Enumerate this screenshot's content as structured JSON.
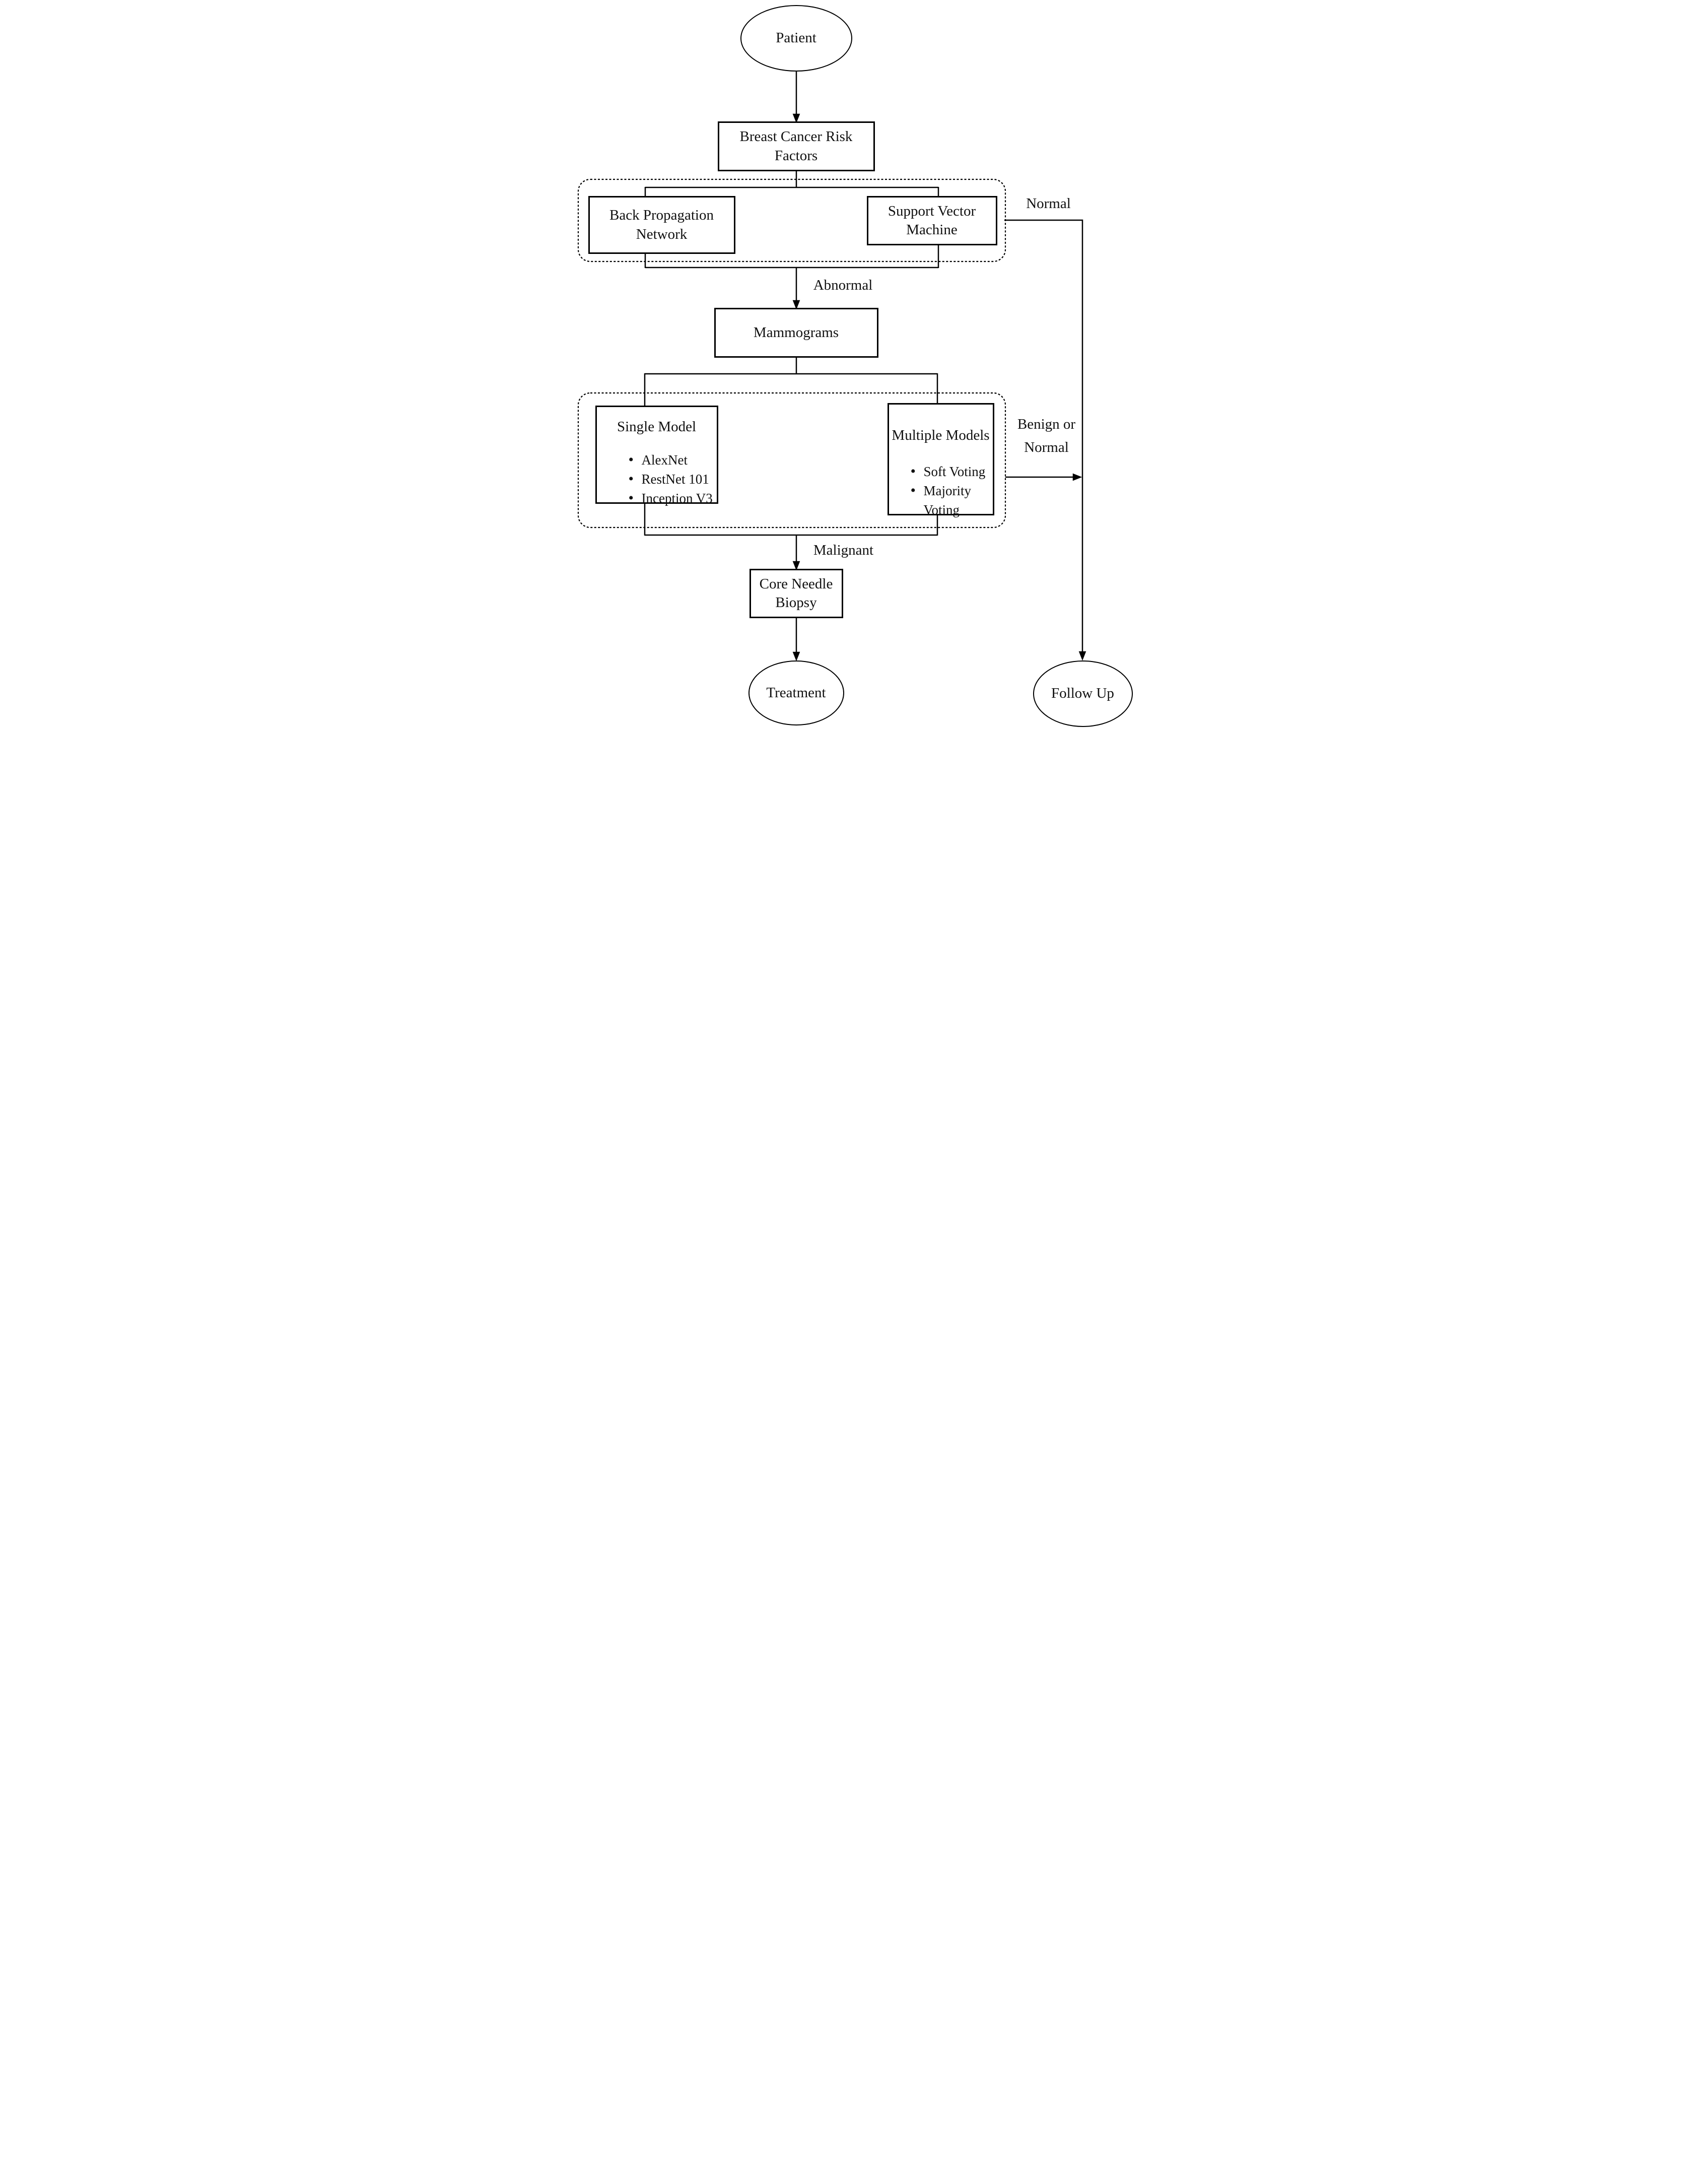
{
  "nodes": {
    "patient": "Patient",
    "risk_factors": "Breast Cancer Risk Factors",
    "back_propagation": "Back Propagation Network",
    "svm": "Support Vector Machine",
    "mammograms": "Mammograms",
    "single_model": {
      "title": "Single Model",
      "items": [
        "AlexNet",
        "RestNet 101",
        "Inception V3"
      ]
    },
    "multiple_models": {
      "title": "Multiple Models",
      "items": [
        "Soft Voting",
        "Majority Voting"
      ]
    },
    "core_needle_biopsy": "Core Needle Biopsy",
    "treatment": "Treatment",
    "follow_up": "Follow Up"
  },
  "edge_labels": {
    "normal": "Normal",
    "abnormal": "Abnormal",
    "benign_or_normal": "Benign or Normal",
    "malignant": "Malignant"
  },
  "colors": {
    "line": "#000000",
    "text": "#111111",
    "background": "#ffffff"
  }
}
